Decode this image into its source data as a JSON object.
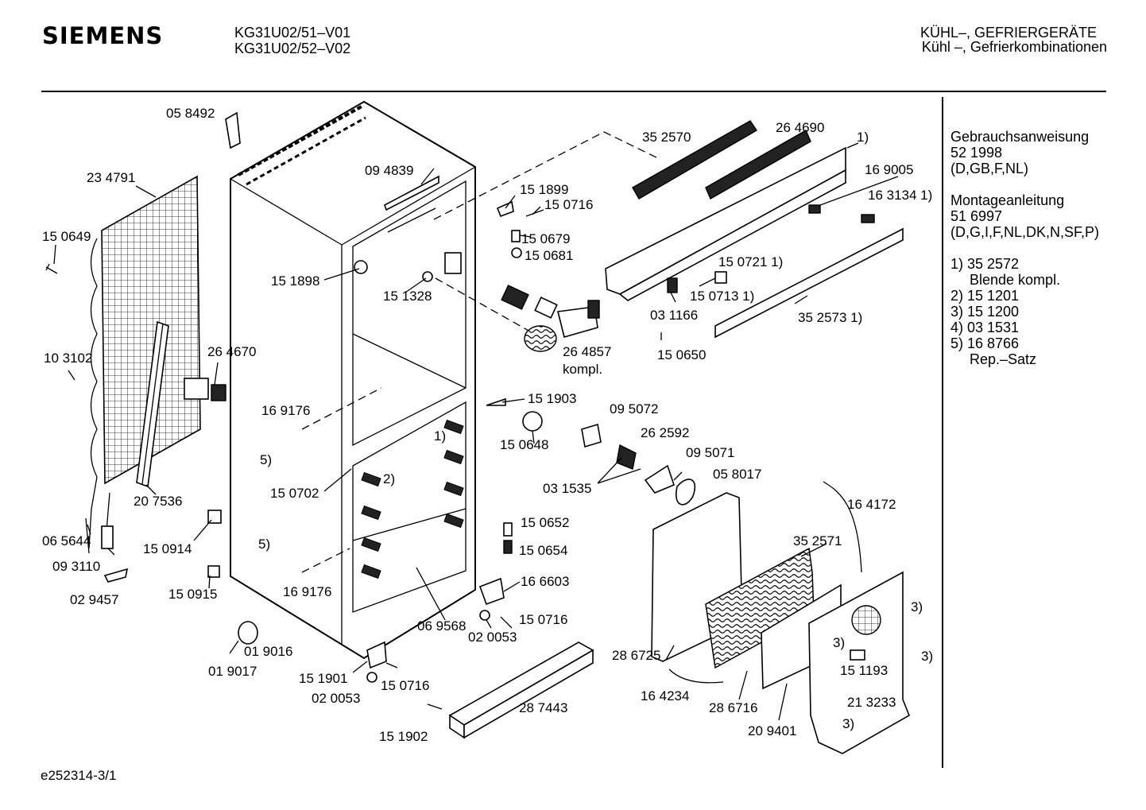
{
  "header": {
    "brand": "SIEMENS",
    "models": [
      "KG31U02/51–V01",
      "KG31U02/52–V02"
    ],
    "category": "KÜHL–, GEFRIERGERÄTE",
    "subcategory": "Kühl –, Gefrierkombinationen"
  },
  "side_panel": {
    "manual_title": "Gebrauchsanweisung",
    "manual_number": "52 1998",
    "manual_langs": "(D,GB,F,NL)",
    "install_title": "Montageanleitung",
    "install_number": "51 6997",
    "install_langs": "(D,G,I,F,NL,DK,N,SF,P)",
    "notes": [
      "1) 35 2572",
      "Blende kompl.",
      "2) 15 1201",
      "3) 15 1200",
      "4) 03 1531",
      "5) 16 8766",
      "Rep.–Satz"
    ]
  },
  "footer": {
    "drawing_id": "e252314-3/1"
  },
  "part_labels": [
    "05 8492",
    "23 4791",
    "15 0649",
    "10 3102",
    "26 4670",
    "20 7536",
    "06 5644",
    "09 3110",
    "02 9457",
    "15 0914",
    "15 0915",
    "01 9016",
    "01 9017",
    "09 4839",
    "15 1898",
    "15 1328",
    "16 9176",
    "5)",
    "15 0702",
    "1)",
    "2)",
    "5)",
    "16 9176",
    "06 9568",
    "15 1901",
    "02 0053",
    "15 0716",
    "15 1902",
    "28 7443",
    "15 1899",
    "15 0716",
    "15 0679",
    "15 0681",
    "26 4857",
    "kompl.",
    "35 2570",
    "26 4690",
    "1)",
    "16 9005",
    "16 3134 1)",
    "15 0721 1)",
    "15 0713 1)",
    "03 1166",
    "35 2573 1)",
    "15 0650",
    "15 1903",
    "15 0648",
    "09 5072",
    "26 2592",
    "09 5071",
    "05 8017",
    "03 1535",
    "15 0652",
    "15 0654",
    "16 6603",
    "15 0716",
    "02 0053",
    "16 4172",
    "35 2571",
    "28 6725",
    "16 4234",
    "28 6716",
    "20 9401",
    "3)",
    "3)",
    "15 1193",
    "3)",
    "21 3233",
    "3)"
  ]
}
